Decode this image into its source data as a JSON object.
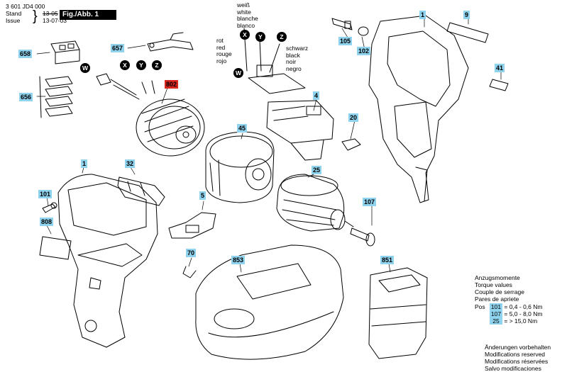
{
  "header": {
    "part_no": "3 601 JD4 000",
    "stand_label": "Stand",
    "stand_value": "13-05",
    "issue_label": "Issue",
    "issue_value": "13-07-03",
    "figure_label": "Fig./Abb. 1"
  },
  "callouts": {
    "c658": "658",
    "c657": "657",
    "c656": "656",
    "c802": "802",
    "c105": "105",
    "c102": "102",
    "c1_top": "1",
    "c9": "9",
    "c41": "41",
    "c4": "4",
    "c20": "20",
    "c45": "45",
    "c25": "25",
    "c32": "32",
    "c1_left": "1",
    "c101": "101",
    "c808": "808",
    "c5": "5",
    "c107": "107",
    "c70": "70",
    "c853": "853",
    "c851": "851"
  },
  "connectors": {
    "w": "W",
    "x": "X",
    "y": "Y",
    "z": "Z"
  },
  "wires": {
    "white": [
      "weiß",
      "white",
      "blanche",
      "blanco"
    ],
    "red": [
      "rot",
      "red",
      "rouge",
      "rojo"
    ],
    "black": [
      "schwarz",
      "black",
      "noir",
      "negro"
    ]
  },
  "torque": {
    "title": [
      "Anzugsmomente",
      "Torque values",
      "Couple de serrage",
      "Pares de apriete"
    ],
    "pos_label": "Pos",
    "rows": [
      {
        "part": "101",
        "text": "=    0,4  -   0,6 Nm"
      },
      {
        "part": "107",
        "text": "=    5,0  -   8,0 Nm"
      },
      {
        "part": "25",
        "text": "=        > 15,0 Nm"
      }
    ]
  },
  "footer": [
    "Änderungen vorbehalten",
    "Modifications reserved",
    "Modifications réservées",
    "Salvo modificaciones"
  ],
  "colors": {
    "callout": "#8fd3ef",
    "callout_alert": "#d9261c"
  }
}
